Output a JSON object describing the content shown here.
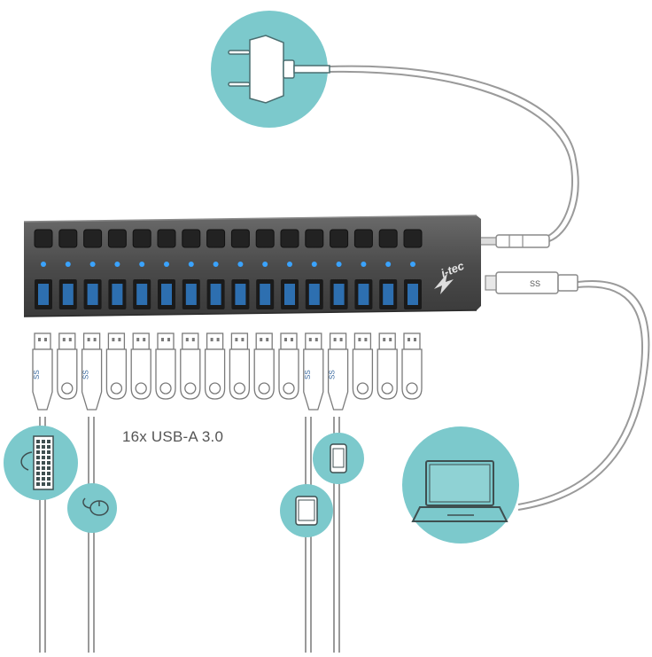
{
  "caption": "16x USB-A 3.0",
  "brand": "i-tec",
  "usb_symbol_label": "SS",
  "port_count": 16,
  "colors": {
    "teal": "#7cc9cc",
    "hub_body": "#4a4a4a",
    "led": "#3aa3ff",
    "port_blue": "#2d6fb0",
    "cable": "#9a9a9a"
  },
  "icons": [
    "power-plug-icon",
    "laptop-icon",
    "keyboard-icon",
    "mouse-icon",
    "tablet-icon",
    "smartphone-icon"
  ]
}
